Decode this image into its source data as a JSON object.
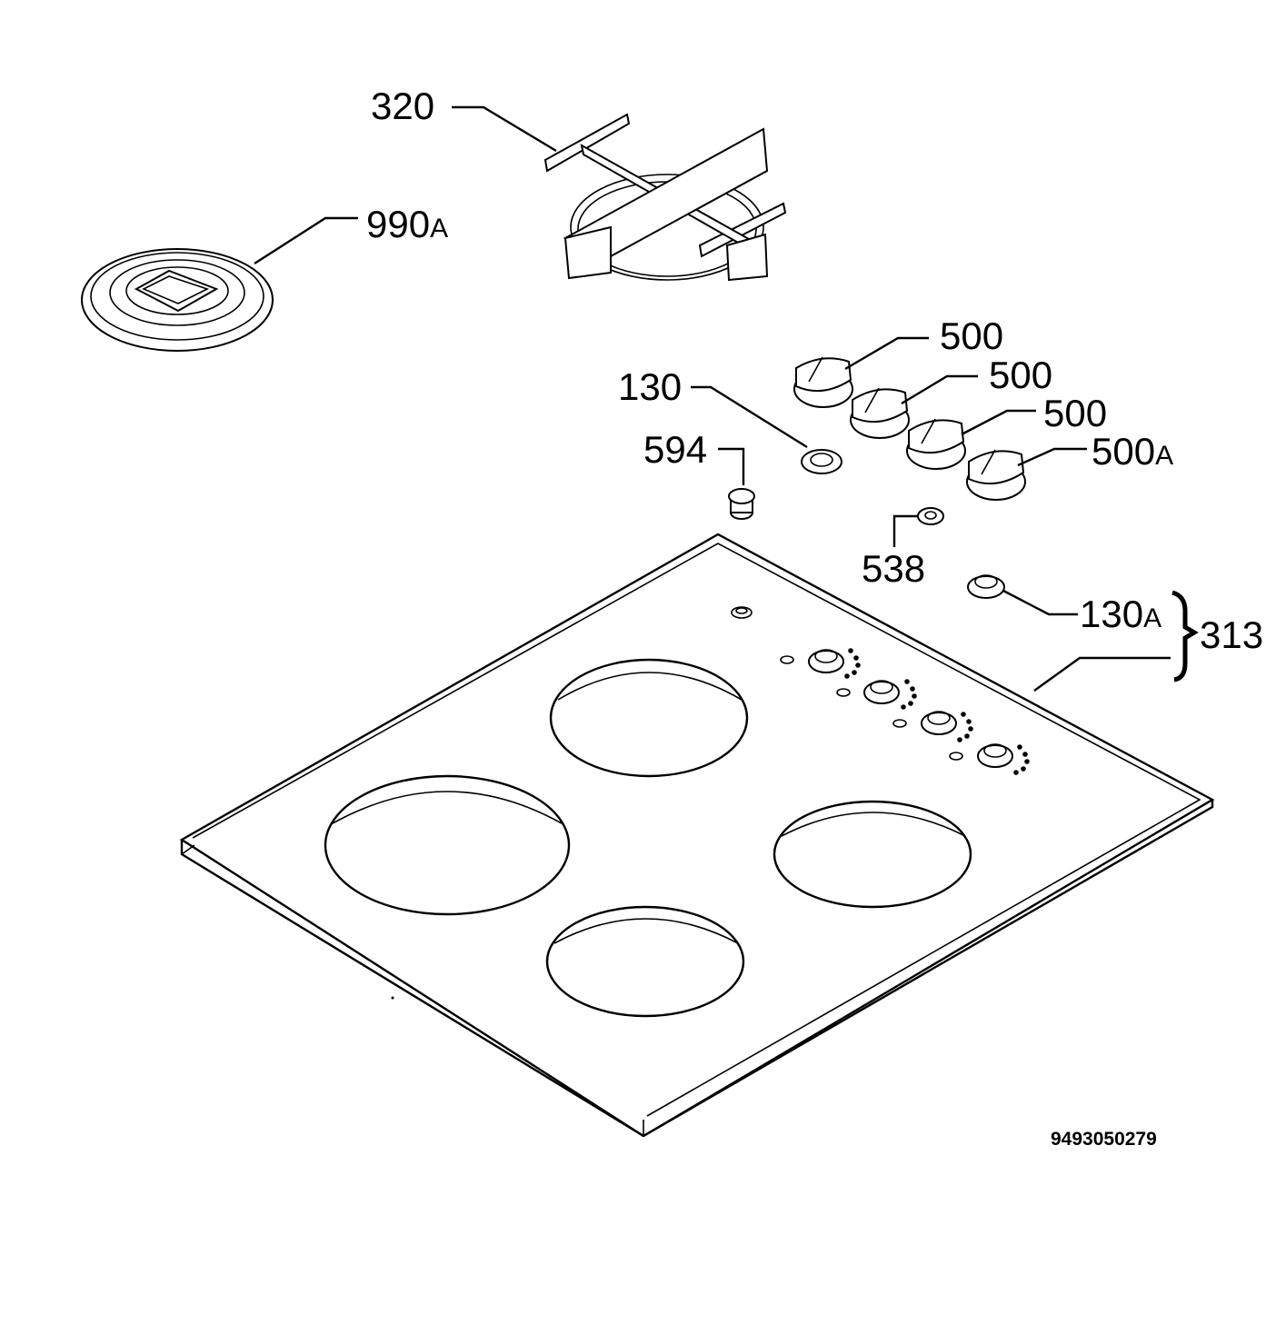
{
  "diagram": {
    "document_code": "9493050279",
    "callouts": [
      {
        "id": "c320",
        "number": "320",
        "suffix": ""
      },
      {
        "id": "c990a",
        "number": "990",
        "suffix": "A"
      },
      {
        "id": "c500-1",
        "number": "500",
        "suffix": ""
      },
      {
        "id": "c500-2",
        "number": "500",
        "suffix": ""
      },
      {
        "id": "c500-3",
        "number": "500",
        "suffix": ""
      },
      {
        "id": "c500a",
        "number": "500",
        "suffix": "A"
      },
      {
        "id": "c130",
        "number": "130",
        "suffix": ""
      },
      {
        "id": "c594",
        "number": "594",
        "suffix": ""
      },
      {
        "id": "c538",
        "number": "538",
        "suffix": ""
      },
      {
        "id": "c130a",
        "number": "130",
        "suffix": "A"
      },
      {
        "id": "c313",
        "number": "313",
        "suffix": ""
      }
    ]
  }
}
